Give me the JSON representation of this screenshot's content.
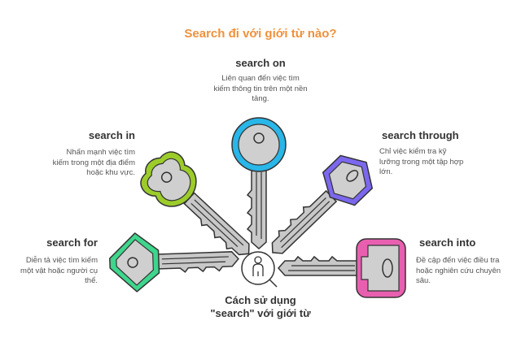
{
  "title": "Search đi với giới từ nào?",
  "center": {
    "label": "Cách sử dụng \"search\" với giới từ",
    "icon": "person-search-icon"
  },
  "items": [
    {
      "heading": "search on",
      "description": "Liên quan đến việc tìm kiếm thông tin trên một nền tảng.",
      "color": "#29b6e8"
    },
    {
      "heading": "search in",
      "description": "Nhấn mạnh việc tìm kiếm trong một địa điểm hoặc khu vực.",
      "color": "#9ccc2a"
    },
    {
      "heading": "search through",
      "description": "Chỉ việc kiểm tra kỹ lưỡng trong một tập hợp lớn.",
      "color": "#7b68ee"
    },
    {
      "heading": "search for",
      "description": "Diễn tả việc tìm kiếm một vật hoặc người cụ thể.",
      "color": "#3dd68c"
    },
    {
      "heading": "search into",
      "description": "Đề cập đến việc điều tra hoặc nghiên cứu chuyên sâu.",
      "color": "#e95fb0"
    }
  ]
}
